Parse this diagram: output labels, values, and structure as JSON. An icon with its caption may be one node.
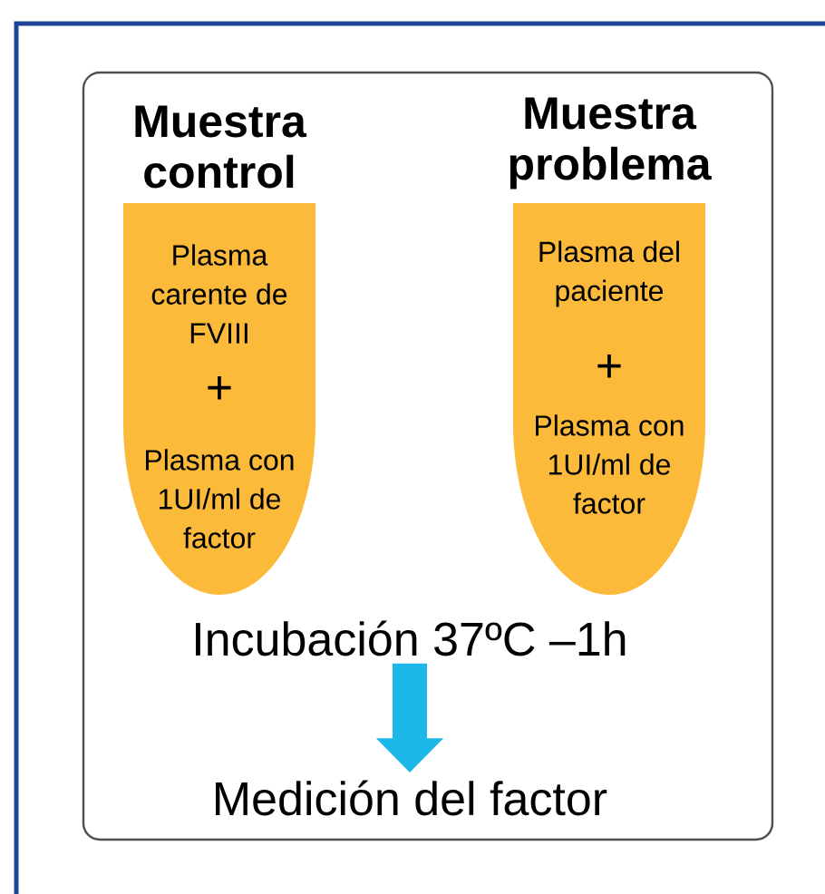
{
  "diagram": {
    "nodes": [
      {
        "text": [],
        "shape": "box"
      },
      {
        "text": [
          "Muestra control",
          "Plasma carente de FVIII",
          "+",
          "Plasma con 1UI/ml de factor"
        ],
        "in": 0
      },
      {
        "text": [
          "Muestra problema",
          "Plasma del paciente",
          "+",
          "Plasma con 1UI/ml de factor"
        ],
        "in": 0
      },
      {
        "text": [
          "Incubación 37ºC –1h"
        ],
        "in": 0
      },
      {
        "text": [
          "Medición del factor"
        ],
        "in": 0
      }
    ],
    "edges": [
      {
        "from": 3,
        "to": 4,
        "arrow": "to",
        "color": "#1cb8ea"
      }
    ]
  }
}
